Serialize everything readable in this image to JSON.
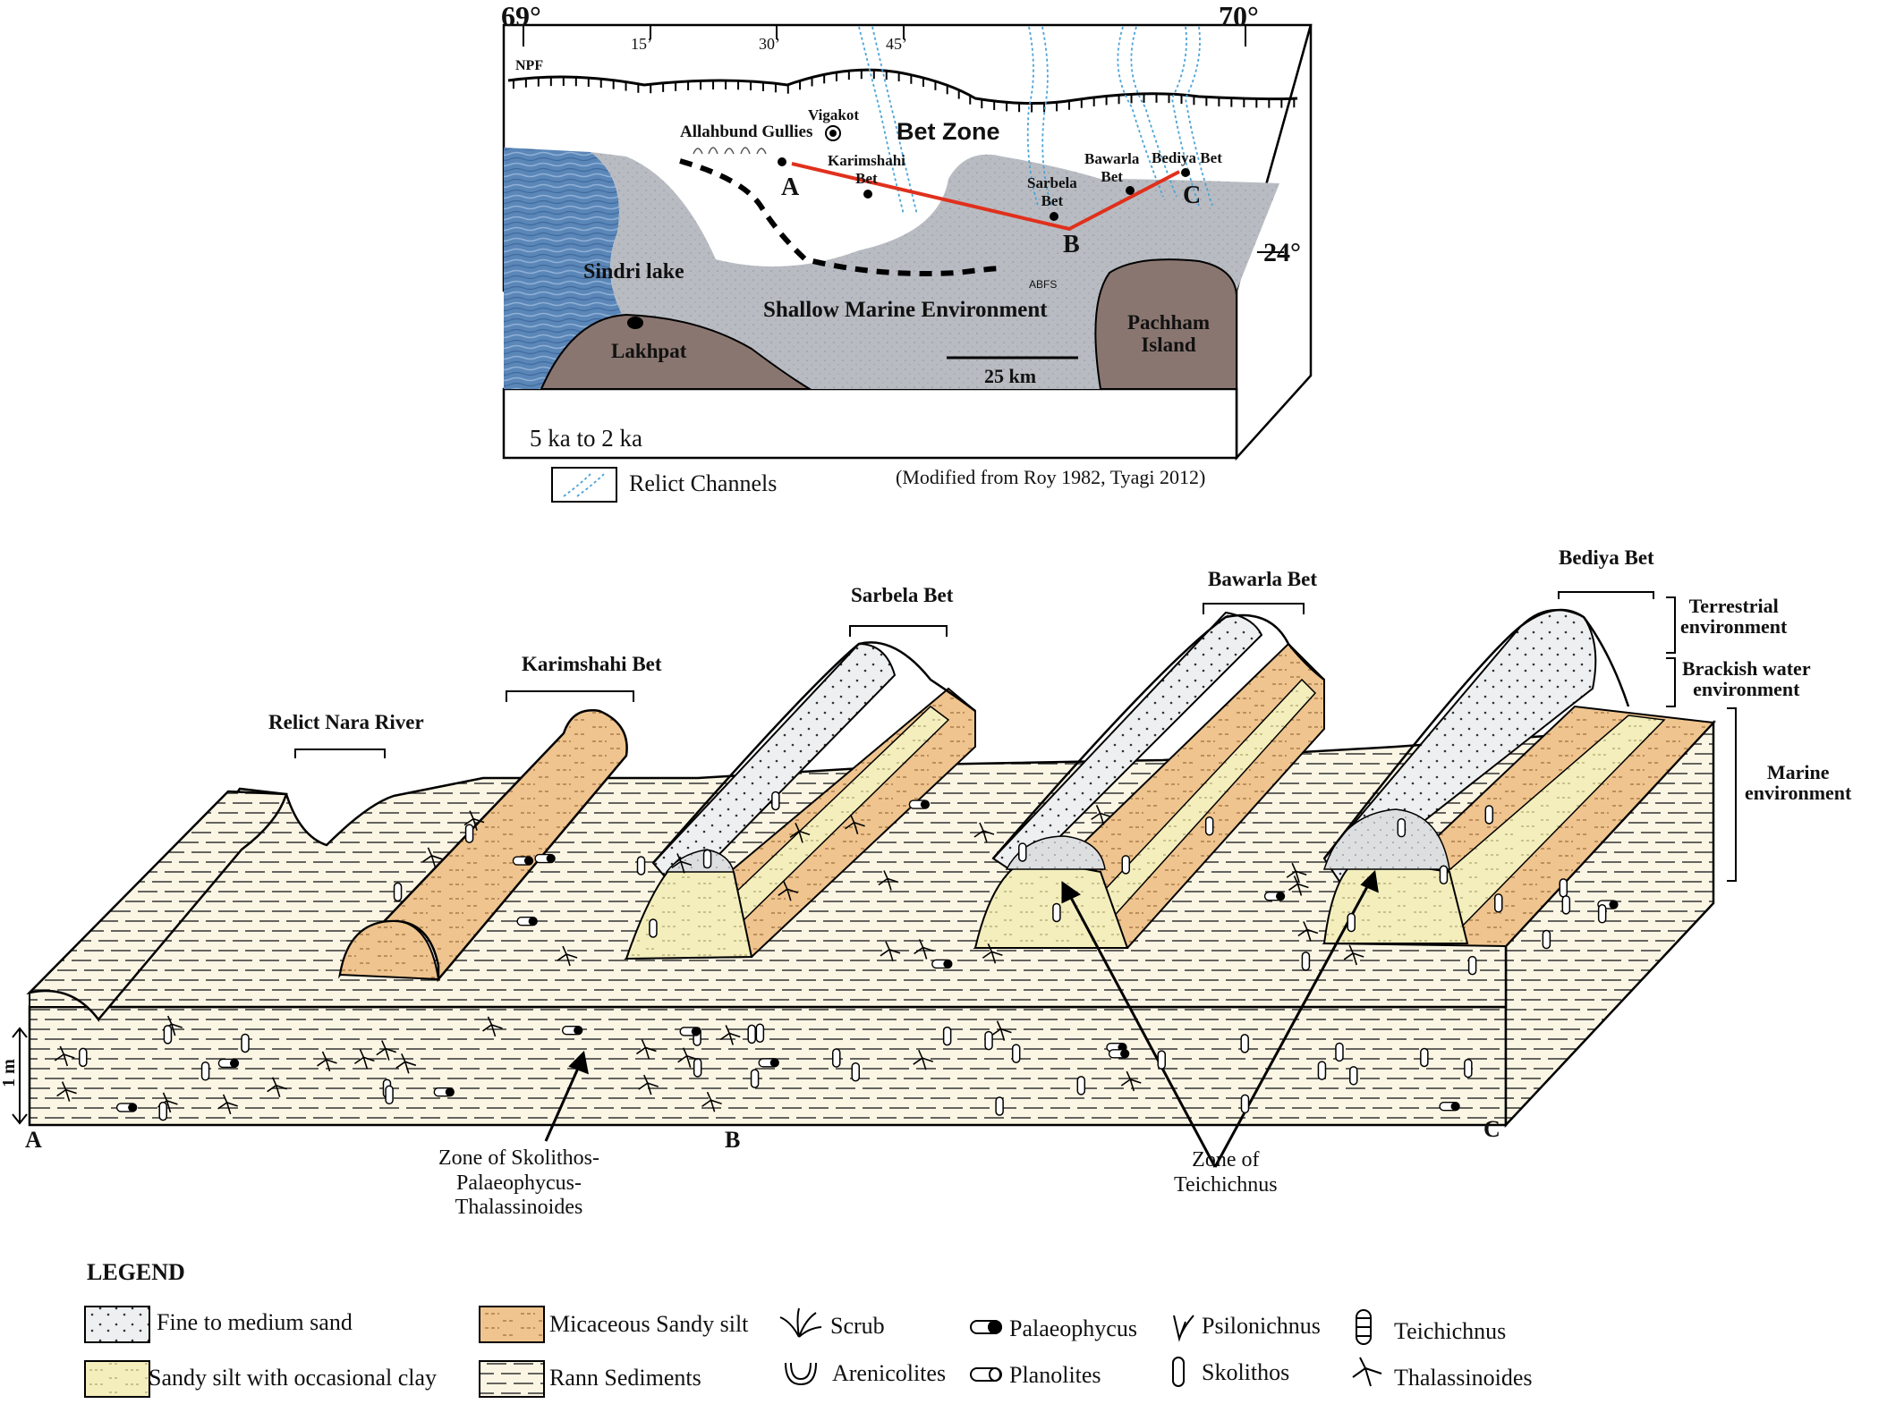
{
  "colors": {
    "water": "#5b86b8",
    "marine_gray": "#b8bcc2",
    "island_brown": "#8a7670",
    "red_line": "#e0301c",
    "channel_blue": "#4aa3d9",
    "fine_sand": "#e6e8ea",
    "sandy_silt_clay": "#f3eebc",
    "micaceous_silt": "#efc48e",
    "rann": "#fbf5e4"
  },
  "map": {
    "lon_left": "69°",
    "lon_right": "70°",
    "min_ticks": [
      "15’",
      "30’",
      "45’"
    ],
    "lat": "24°",
    "npf": "NPF",
    "bet_zone": "Bet Zone",
    "vigakot": "Vigakot",
    "allahbund": "Allahbund Gullies",
    "karimshahi": "Karimshahi\nBet",
    "sarbela": "Sarbela\nBet",
    "bawarla": "Bawarla\nBet",
    "bediya": "Bediya Bet",
    "point_a": "A",
    "point_b": "B",
    "point_c": "C",
    "sindri": "Sindri lake",
    "abfs": "ABFS",
    "shallow_marine": "Shallow Marine Environment",
    "lakhpat": "Lakhpat",
    "pachham": "Pachham\nIsland",
    "scale": "25 km",
    "age": "5  ka to 2 ka",
    "relict_channels": "Relict Channels",
    "source": "(Modified from Roy 1982, Tyagi 2012)"
  },
  "section": {
    "relict_nara": "Relict Nara River",
    "karimshahi": "Karimshahi Bet",
    "sarbela": "Sarbela Bet",
    "bawarla": "Bawarla Bet",
    "bediya": "Bediya Bet",
    "terrestrial": "Terrestrial\nenvironment",
    "brackish": "Brackish water\nenvironment",
    "marine": "Marine\nenvironment",
    "scale": "1 m",
    "point_a": "A",
    "point_b": "B",
    "point_c": "C",
    "zone_skolithos": "Zone of Skolithos-\nPalaeophycus-\nThalassinoides",
    "zone_teichichnus": "Zone of\nTeichichnus"
  },
  "legend": {
    "title": "LEGEND",
    "fine_sand": "Fine to medium sand",
    "sandy_silt": "Sandy silt with occasional clay",
    "micaceous": "Micaceous Sandy silt",
    "rann": "Rann Sediments",
    "scrub": "Scrub",
    "arenicolites": "Arenicolites",
    "palaeophycus": "Palaeophycus",
    "planolites": "Planolites",
    "psilonichnus": "Psilonichnus",
    "skolithos": "Skolithos",
    "teichichnus": "Teichichnus",
    "thalassinoides": "Thalassinoides"
  }
}
